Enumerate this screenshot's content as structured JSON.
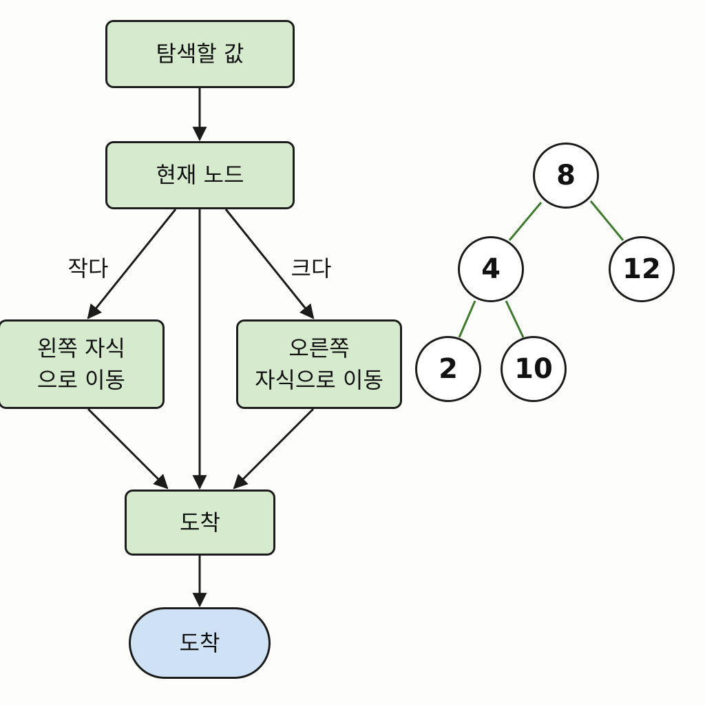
{
  "flowchart": {
    "search_value": "탐색할 값",
    "current_node": "현재 노드",
    "edge_less": "작다",
    "edge_greater": "크다",
    "go_left": [
      "왼쪽 자식",
      "으로 이동"
    ],
    "go_right": [
      "오른쪽",
      "자식으로 이동"
    ],
    "arrive": "도착",
    "arrive_terminal": "도착"
  },
  "tree": {
    "nodes": [
      "8",
      "4",
      "12",
      "2",
      "10"
    ]
  },
  "colors": {
    "process_fill": "#d6ebcd",
    "terminal_fill": "#cfe2f5",
    "tree_edge": "#3d7a2c"
  }
}
